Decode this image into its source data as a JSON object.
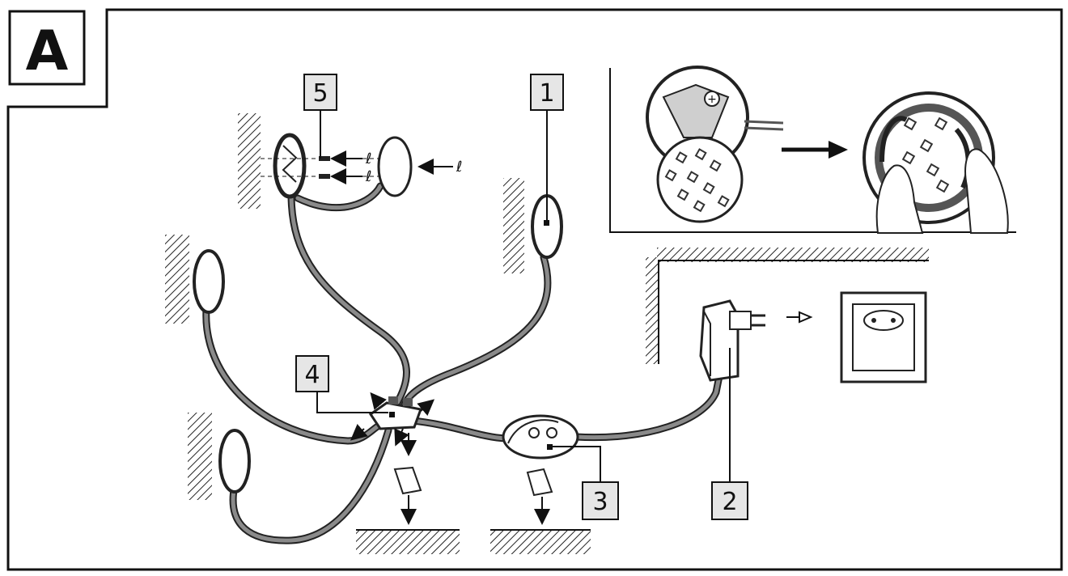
{
  "panel": {
    "letter": "A",
    "callouts": [
      {
        "id": "1",
        "label": "1"
      },
      {
        "id": "2",
        "label": "2"
      },
      {
        "id": "3",
        "label": "3"
      },
      {
        "id": "4",
        "label": "4"
      },
      {
        "id": "5",
        "label": "5"
      }
    ]
  },
  "icons": {
    "spot_light": "round-led-spotlight-icon",
    "adapter": "power-adapter-icon",
    "socket": "wall-socket-icon",
    "switch": "inline-switch-icon",
    "distributor": "distributor-box-icon",
    "adhesive": "adhesive-pad-icon"
  },
  "colors": {
    "line": "#111111",
    "callout_fill": "#e6e6e6",
    "cable_core": "#8a8a8a"
  }
}
